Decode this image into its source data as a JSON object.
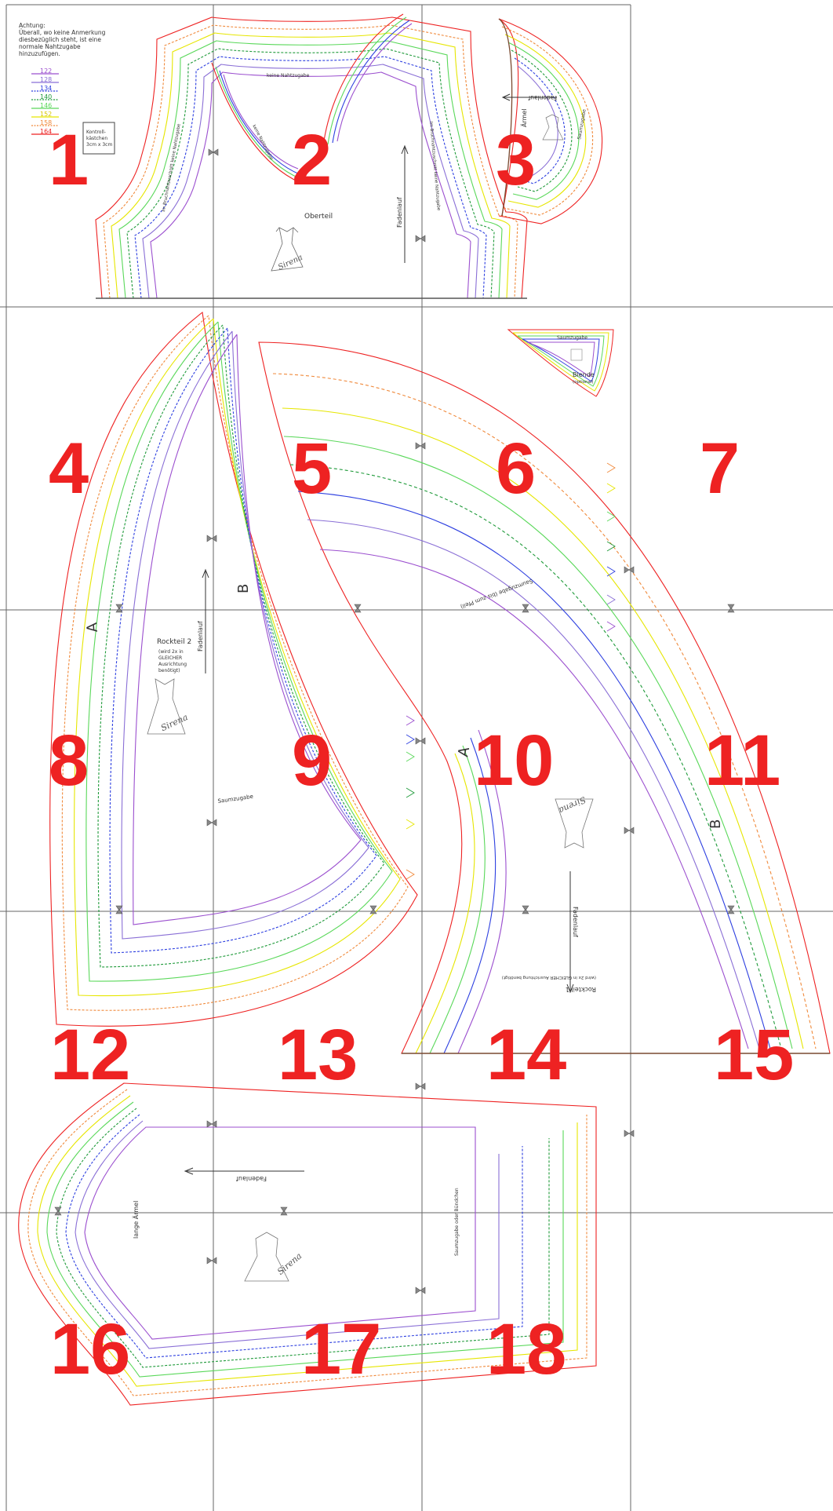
{
  "colors": {
    "size_122": "#9b4fcf",
    "size_128": "#8a6fd6",
    "size_134": "#2d3fe0",
    "size_140": "#1f9a3a",
    "size_146": "#5ad85a",
    "size_152": "#e6e600",
    "size_158": "#f08a3c",
    "size_164": "#ee2222",
    "grid": "#666666",
    "page_number": "#ee2222"
  },
  "note": {
    "lines": [
      "Achtung:",
      "Überall, wo keine Anmerkung",
      "diesbezüglich steht, ist eine",
      "normale Nahtzugabe",
      "hinzuzufügen."
    ]
  },
  "legend": {
    "sizes": [
      "122",
      "128",
      "134",
      "140",
      "146",
      "152",
      "158",
      "164"
    ]
  },
  "control_box": {
    "lines": [
      "Kontroll-",
      "kästchen",
      "3cm x 3cm"
    ]
  },
  "page_numbers": [
    "1",
    "2",
    "3",
    "4",
    "5",
    "6",
    "7",
    "8",
    "9",
    "10",
    "11",
    "12",
    "13",
    "14",
    "15",
    "16",
    "17",
    "18"
  ],
  "pieces": {
    "oberteil": {
      "name": "Oberteil",
      "grain": "Fadenlauf",
      "neck_note": "keine Nahtzugabe",
      "side_note_left": "Im Bruchnahtzuschnitt keine Nahtzugabe",
      "side_note_right": "Im Bruchnahtzuschnitt keine Nahtzugabe",
      "front_note": "keine Nahtzugabe"
    },
    "aermel": {
      "name": "Ärmel",
      "grain": "Fadenlauf",
      "hem": "Saumzugabe"
    },
    "blende": {
      "name": "Blende",
      "sub": "(optional)",
      "hem": "Saumzugabe"
    },
    "rockteil2": {
      "name": "Rockteil 2",
      "sub": [
        "(wird 2x in",
        "GLEICHER",
        "Ausrichtung",
        "benötigt)"
      ],
      "grain": "Fadenlauf",
      "hem": "Saumzugabe",
      "mark_a": "A",
      "mark_b": "B"
    },
    "rockteil1": {
      "name": "Rockteil 1",
      "sub": "(wird 2x in GLEICHER Ausrichtung benötigt)",
      "grain": "Fadenlauf",
      "hem": "Saumzugabe (bis zum Pfeil)",
      "mark_a": "A",
      "mark_b": "B"
    },
    "lange_aermel": {
      "name": "lange Ärmel",
      "grain": "Fadenlauf",
      "hem": "Saumzugabe oder Bündchen"
    }
  },
  "brand": "Sirena"
}
